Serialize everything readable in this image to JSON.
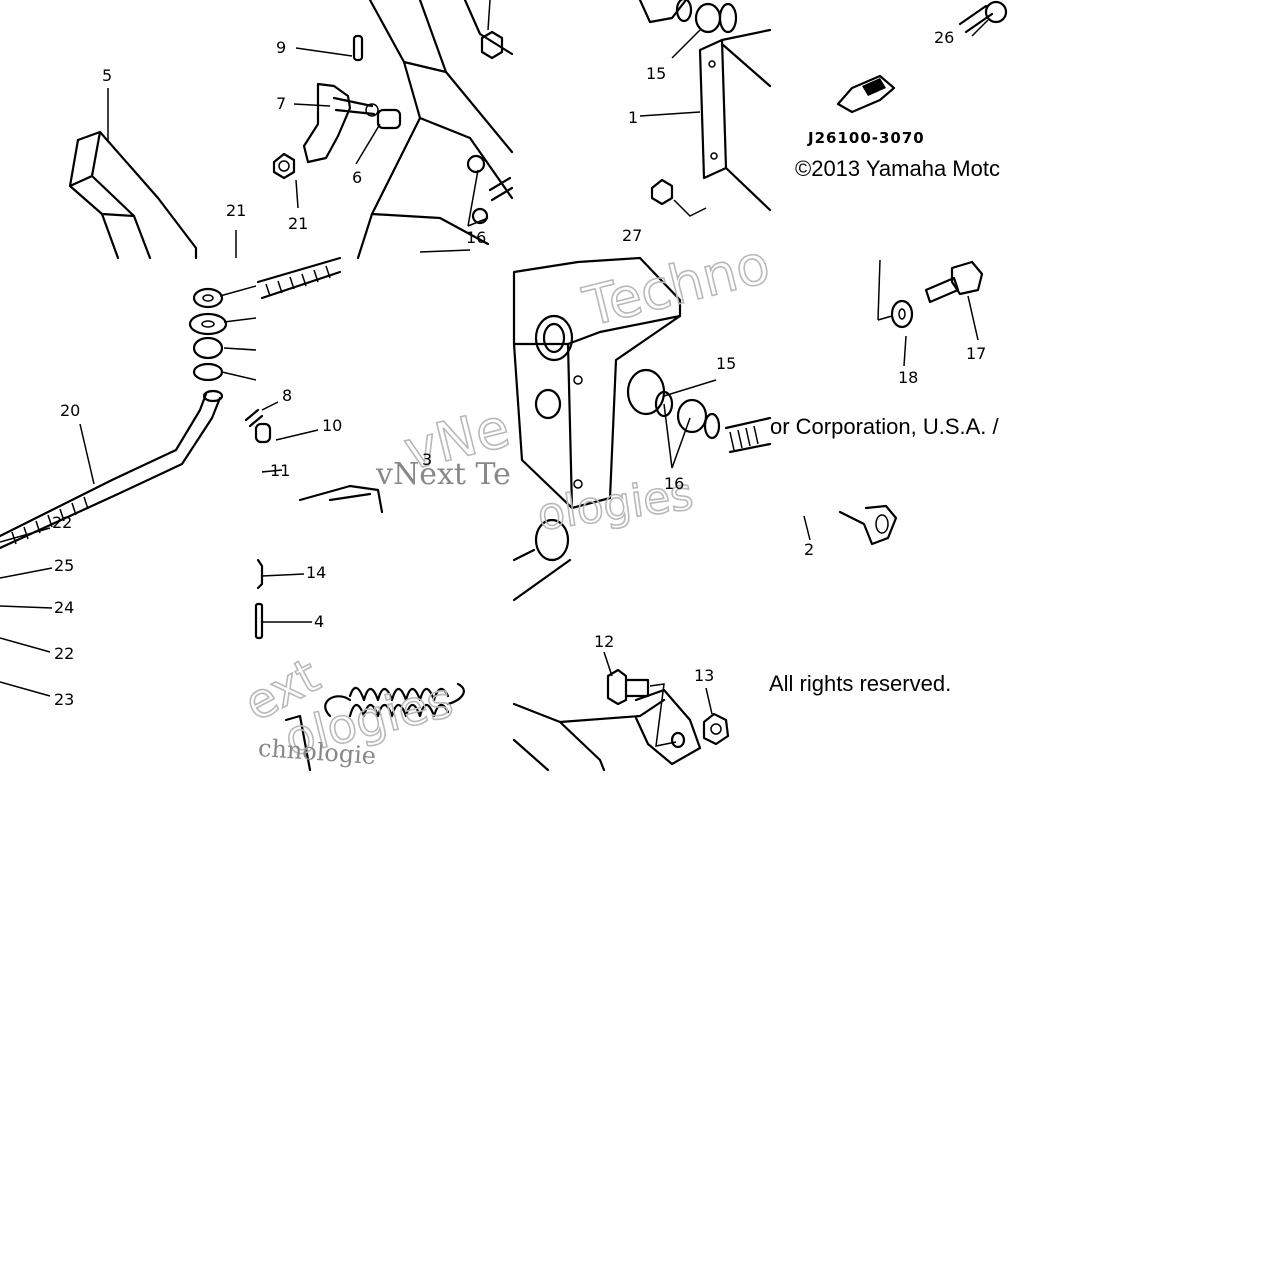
{
  "callouts": {
    "c1": "1",
    "c2": "2",
    "c3": "3",
    "c4": "4",
    "c5": "5",
    "c6": "6",
    "c7": "7",
    "c8": "8",
    "c9": "9",
    "c10": "10",
    "c11": "11",
    "c12": "12",
    "c13": "13",
    "c14": "14",
    "c15a": "15",
    "c15b": "15",
    "c16a": "16",
    "c16b": "16",
    "c17": "17",
    "c18": "18",
    "c20": "20",
    "c21a": "21",
    "c21b": "21",
    "c22a": "22",
    "c22b": "22",
    "c23": "23",
    "c24": "24",
    "c25": "25",
    "c26": "26",
    "c27": "27"
  },
  "reference_code": "J26100-3070",
  "copyright_fragments": {
    "line1": "©2013 Yamaha Motc",
    "line2": "or Corporation, U.S.A. /",
    "line3": "All rights reserved."
  },
  "watermarks": {
    "w1": "Techno",
    "w2": "vNe",
    "w3": "vNext Te",
    "w4": "ologies",
    "w5": "ext",
    "w6": "ologies",
    "w7": "chnologie"
  },
  "colors": {
    "line": "#000000",
    "background": "#ffffff",
    "watermark": "#b9b9b9"
  }
}
